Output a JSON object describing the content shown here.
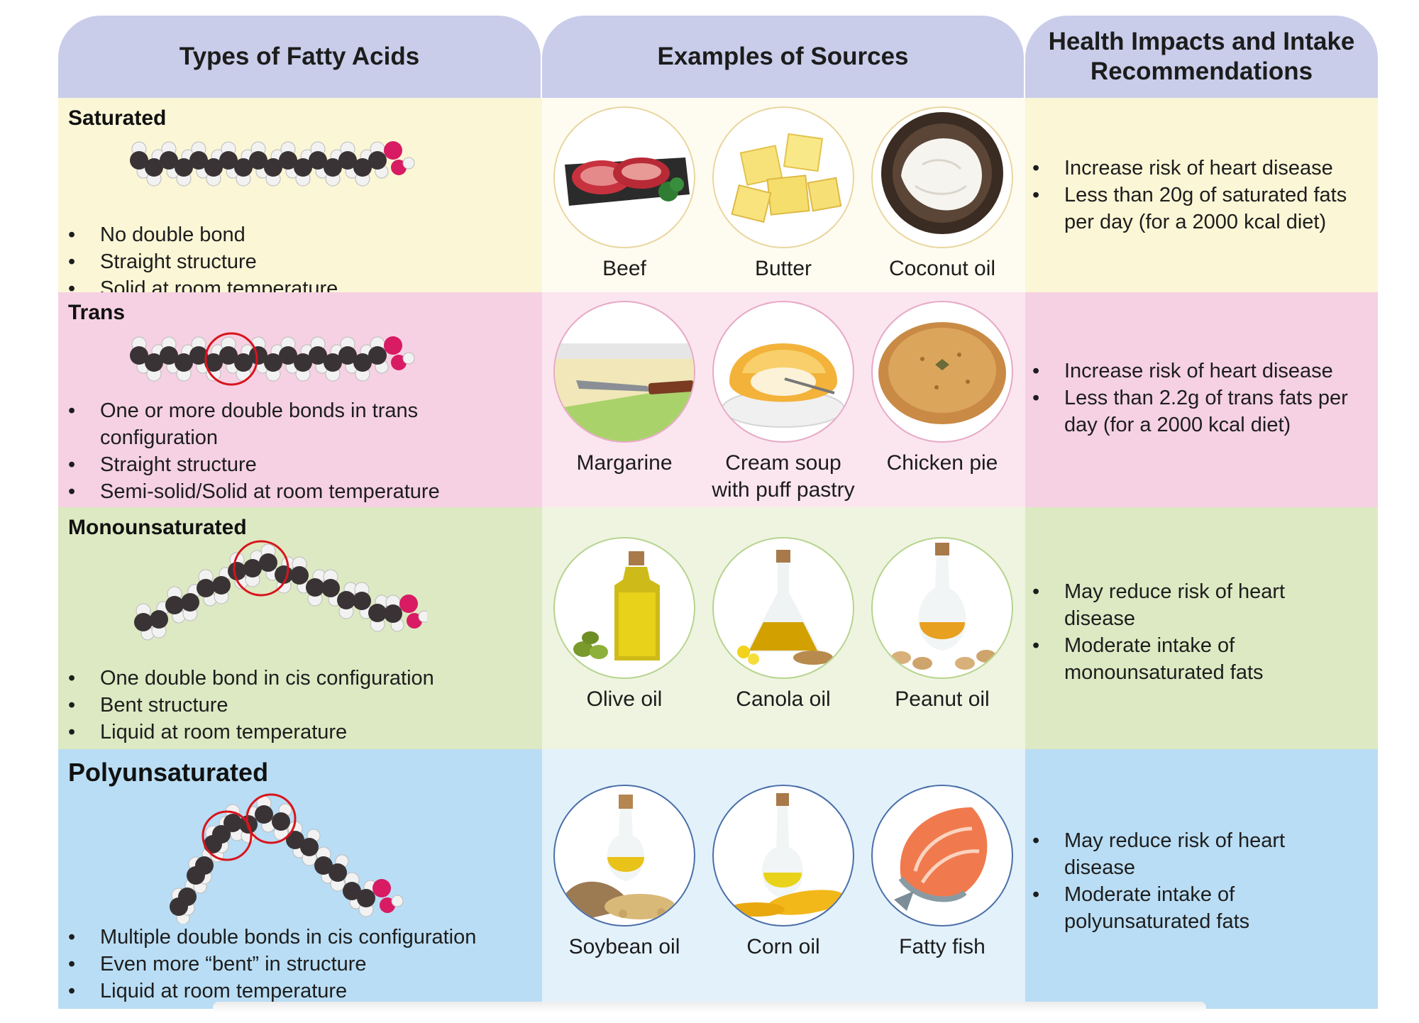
{
  "headers": {
    "types": "Types of Fatty Acids",
    "sources": "Examples of Sources",
    "health_line1": "Health Impacts and Intake",
    "health_line2": "Recommendations"
  },
  "colors": {
    "header": "#c9cdea",
    "saturated": "#fbf6d6",
    "trans": "#f5d1e3",
    "mono": "#dde9c3",
    "poly": "#b9ddf4",
    "carbon": "#3a3335",
    "hydrogen": "#f2f2f2",
    "oxygen": "#d81b63",
    "highlight": "#d8141c"
  },
  "rows": [
    {
      "title": "Saturated",
      "bullets": [
        "No double bond",
        "Straight structure",
        "Solid at room temperature"
      ],
      "sources": [
        {
          "label": "Beef",
          "icon": "beef-icon"
        },
        {
          "label": "Butter",
          "icon": "butter-icon"
        },
        {
          "label": "Coconut oil",
          "icon": "coconut-oil-icon"
        }
      ],
      "health": [
        "Increase risk of heart disease",
        "Less than 20g of saturated fats per day (for a 2000 kcal diet)"
      ]
    },
    {
      "title": "Trans",
      "bullets": [
        "One or more double bonds in trans configuration",
        "Straight structure",
        "Semi-solid/Solid at room temperature"
      ],
      "sources": [
        {
          "label": "Margarine",
          "icon": "margarine-icon"
        },
        {
          "label": "Cream soup with puff pastry",
          "icon": "cream-soup-icon"
        },
        {
          "label": "Chicken pie",
          "icon": "chicken-pie-icon"
        }
      ],
      "health": [
        "Increase risk of heart disease",
        "Less than 2.2g of trans fats per day (for a 2000 kcal diet)"
      ]
    },
    {
      "title": "Monounsaturated",
      "bullets": [
        "One double bond in cis configuration",
        "Bent structure",
        "Liquid at room temperature"
      ],
      "sources": [
        {
          "label": "Olive oil",
          "icon": "olive-oil-icon"
        },
        {
          "label": "Canola oil",
          "icon": "canola-oil-icon"
        },
        {
          "label": "Peanut oil",
          "icon": "peanut-oil-icon"
        }
      ],
      "health": [
        "May reduce risk of heart disease",
        "Moderate intake of monounsaturated fats"
      ]
    },
    {
      "title": "Polyunsaturated",
      "bullets": [
        "Multiple double bonds in cis configuration",
        "Even more “bent” in structure",
        "Liquid at room temperature"
      ],
      "sources": [
        {
          "label": "Soybean oil",
          "icon": "soybean-oil-icon"
        },
        {
          "label": "Corn oil",
          "icon": "corn-oil-icon"
        },
        {
          "label": "Fatty fish",
          "icon": "fatty-fish-icon"
        }
      ],
      "health": [
        "May reduce risk of heart disease",
        "Moderate intake of polyunsaturated fats"
      ]
    }
  ]
}
